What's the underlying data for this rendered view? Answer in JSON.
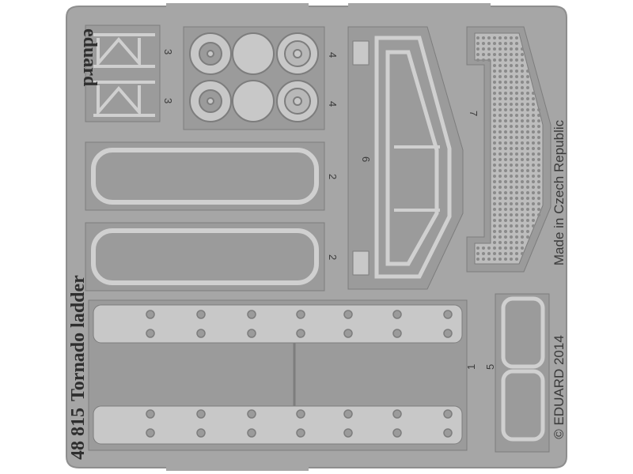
{
  "sheet": {
    "brand": "eduard",
    "product_code": "48 815",
    "product_name": "Tornado ladder",
    "origin": "Made in Czech Republic",
    "copyright": "© EDUARD 2014"
  },
  "part_numbers": {
    "strut_top": "3",
    "strut_bottom": "3",
    "disc_top": "4",
    "disc_bottom": "4",
    "oval_top": "2",
    "oval_bottom": "2",
    "frame": "6",
    "mesh": "7",
    "ladder": "1",
    "ladder_side": "5"
  },
  "colors": {
    "background": "#ffffff",
    "fret": "#a6a6a6",
    "fret_edge": "#8e8e8e",
    "part_field": "#9b9b9b",
    "part_face": "#c8c8c8",
    "part_edge": "#7d7d7d",
    "text": "#2e2e2e"
  }
}
